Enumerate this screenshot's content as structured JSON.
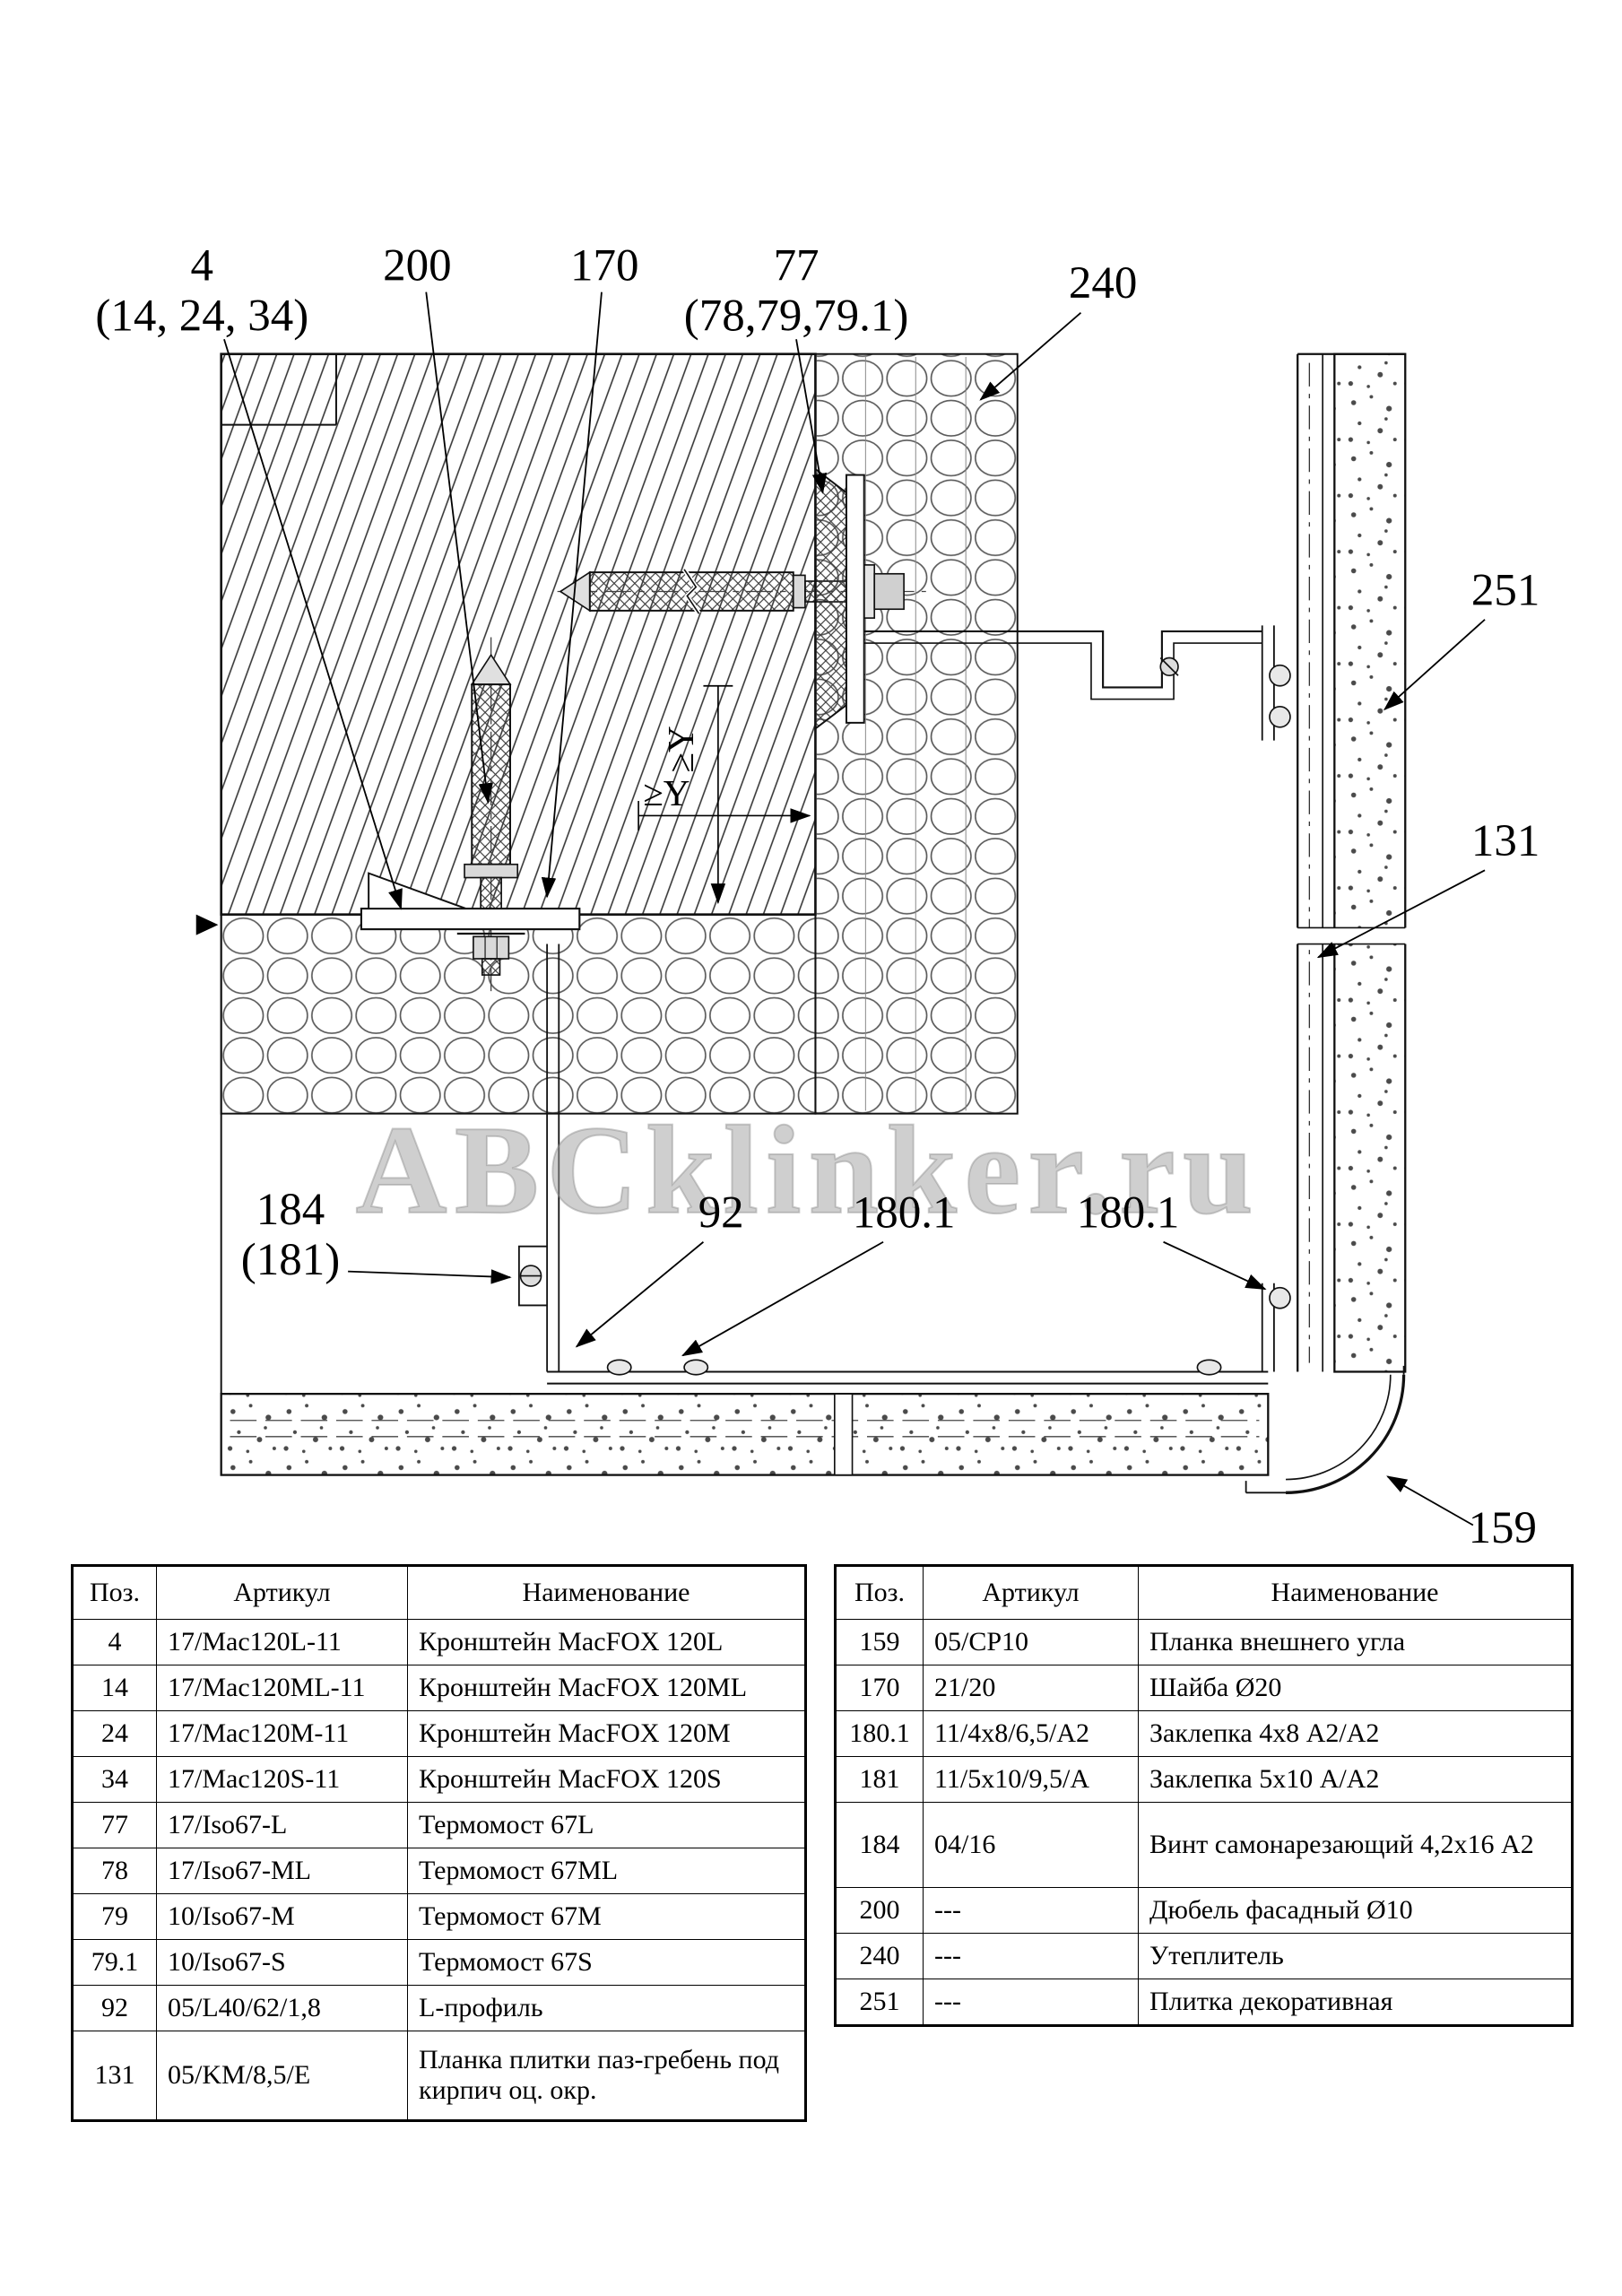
{
  "drawing": {
    "watermark": "ABCklinker.ru",
    "callouts": {
      "c4a": "4",
      "c4b": "(14, 24, 34)",
      "c200": "200",
      "c170": "170",
      "c77a": "77",
      "c77b": "(78,79,79.1)",
      "c240": "240",
      "c251": "251",
      "c131": "131",
      "c184a": "184",
      "c184b": "(181)",
      "c92": "92",
      "c1801a": "180.1",
      "c1801b": "180.1",
      "c159": "159",
      "dim_v": "≥Y",
      "dim_h": "≥Y"
    }
  },
  "tables": {
    "left": {
      "headers": {
        "pos": "Поз.",
        "article": "Артикул",
        "name": "Наименование"
      },
      "rows": [
        {
          "pos": "4",
          "article": "17/Mac120L-11",
          "name": "Кронштейн MacFOX 120L"
        },
        {
          "pos": "14",
          "article": "17/Mac120ML-11",
          "name": "Кронштейн MacFOX 120ML"
        },
        {
          "pos": "24",
          "article": "17/Mac120M-11",
          "name": "Кронштейн MacFOX 120M"
        },
        {
          "pos": "34",
          "article": "17/Mac120S-11",
          "name": "Кронштейн MacFOX 120S"
        },
        {
          "pos": "77",
          "article": "17/Iso67-L",
          "name": "Термомост 67L"
        },
        {
          "pos": "78",
          "article": "17/Iso67-ML",
          "name": "Термомост 67ML"
        },
        {
          "pos": "79",
          "article": "10/Iso67-M",
          "name": "Термомост 67M"
        },
        {
          "pos": "79.1",
          "article": "10/Iso67-S",
          "name": "Термомост 67S"
        },
        {
          "pos": "92",
          "article": "05/L40/62/1,8",
          "name": "L-профиль"
        },
        {
          "pos": "131",
          "article": "05/KM/8,5/E",
          "name": "Планка плитки паз-гребень под кирпич оц. окр."
        }
      ]
    },
    "right": {
      "headers": {
        "pos": "Поз.",
        "article": "Артикул",
        "name": "Наименование"
      },
      "rows": [
        {
          "pos": "159",
          "article": "05/CP10",
          "name": "Планка внешнего угла"
        },
        {
          "pos": "170",
          "article": "21/20",
          "name": "Шайба Ø20"
        },
        {
          "pos": "180.1",
          "article": "11/4x8/6,5/A2",
          "name": "Заклепка 4x8 А2/А2"
        },
        {
          "pos": "181",
          "article": "11/5x10/9,5/A",
          "name": "Заклепка 5x10 А/А2"
        },
        {
          "pos": "184",
          "article": "04/16",
          "name": "Винт самонарезающий 4,2x16 А2"
        },
        {
          "pos": "200",
          "article": "---",
          "name": "Дюбель фасадный Ø10"
        },
        {
          "pos": "240",
          "article": "---",
          "name": "Утеплитель"
        },
        {
          "pos": "251",
          "article": "---",
          "name": "Плитка декоративная"
        }
      ]
    }
  }
}
